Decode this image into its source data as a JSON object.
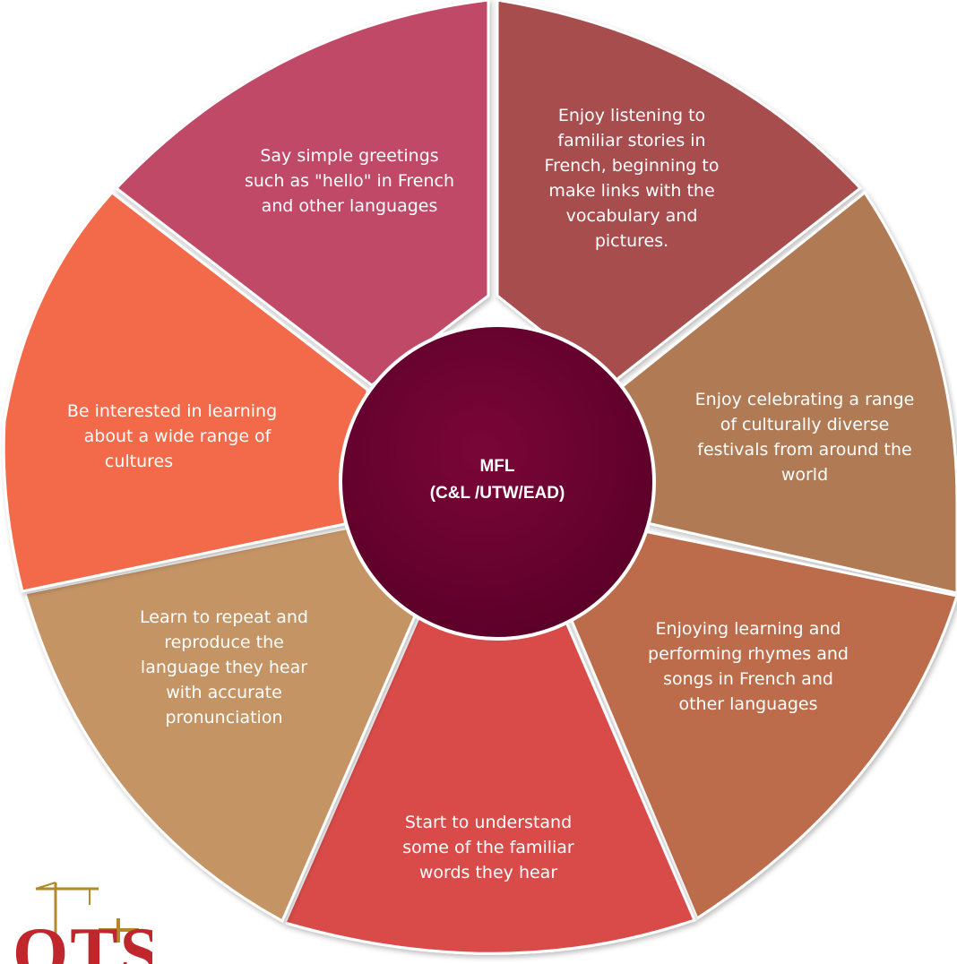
{
  "center": {
    "line1": "MFL",
    "line2": "(C&L /UTW/EAD)",
    "color": "#6e0030"
  },
  "segments": [
    {
      "id": "greetings",
      "lines": [
        "Say simple greetings",
        "such as \"hello\" in French",
        "and other languages"
      ],
      "color": "#c04a68"
    },
    {
      "id": "stories",
      "lines": [
        "Enjoy listening to",
        "familiar stories in",
        "French, beginning to",
        "make links with the",
        "vocabulary and",
        "pictures."
      ],
      "color": "#a84e4e"
    },
    {
      "id": "festivals",
      "lines": [
        "Enjoy celebrating a range",
        "of culturally diverse",
        "festivals from around the",
        "world"
      ],
      "color": "#b07a55"
    },
    {
      "id": "rhymes",
      "lines": [
        "Enjoying learning and",
        "performing rhymes and",
        "songs in French and",
        "other languages"
      ],
      "color": "#bd6c4c"
    },
    {
      "id": "words",
      "lines": [
        "Start to understand",
        "some of the familiar",
        "words they hear"
      ],
      "color": "#d94c4a"
    },
    {
      "id": "pronunciation",
      "lines": [
        "Learn to repeat and",
        "reproduce the",
        "language they hear",
        "with accurate",
        "pronunciation"
      ],
      "color": "#c49465"
    },
    {
      "id": "cultures",
      "lines": [
        "Be interested in learning",
        "about a wide range of",
        "cultures"
      ],
      "color": "#f26a48"
    }
  ],
  "logo": {
    "text": "OTS",
    "icon": "crane-logo-icon",
    "colors": {
      "letters": "#c0272d",
      "crane": "#b38a2a"
    }
  }
}
